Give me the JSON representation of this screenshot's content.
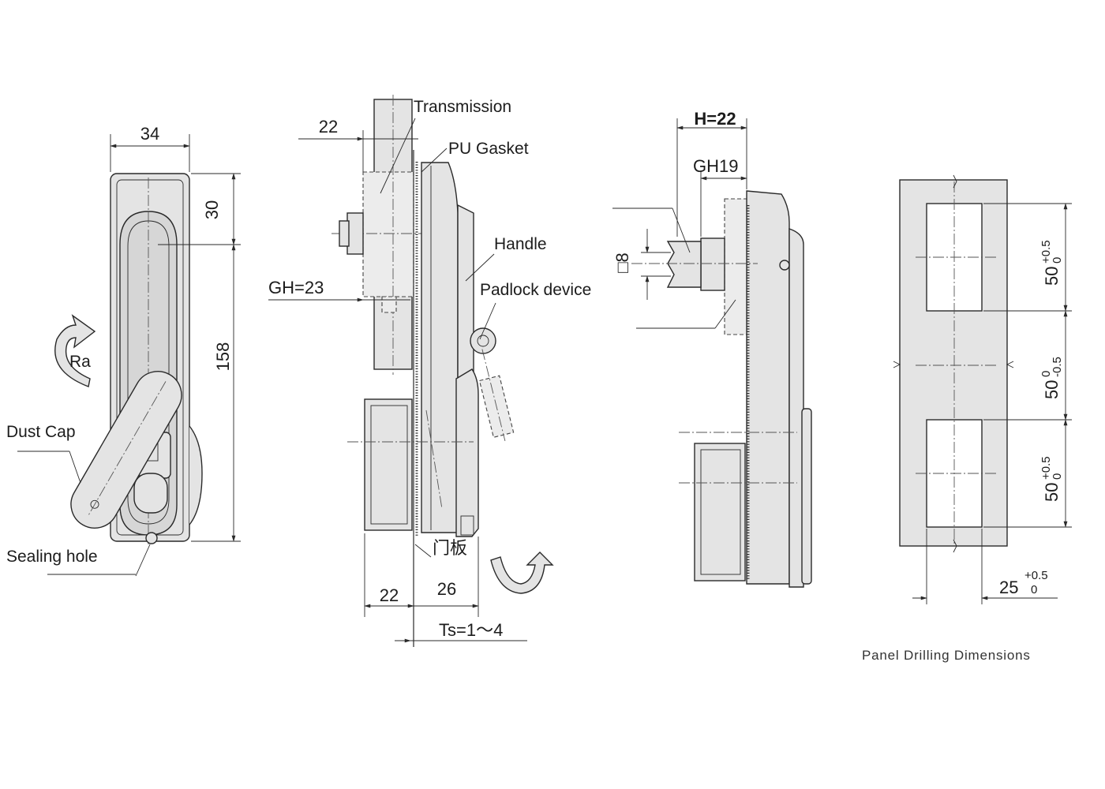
{
  "labels": {
    "transmission": "Transmission",
    "pu_gasket": "PU Gasket",
    "handle": "Handle",
    "padlock_device": "Padlock device",
    "dust_cap": "Dust Cap",
    "sealing_hole": "Sealing hole",
    "door_panel": "门板",
    "rotation": "Ra"
  },
  "dimensions": {
    "front_width": "34",
    "front_top": "30",
    "front_height": "158",
    "side_shaft": "22",
    "side_gh": "GH=23",
    "side_body": "22",
    "side_handle": "26",
    "side_ts": "Ts=1～4",
    "rear_h": "H=22",
    "rear_gh": "GH19",
    "rear_square": "□8",
    "cut_w": "25",
    "cut_w_tol_upper": "+0.5",
    "cut_w_tol_lower": "0",
    "cut_top": "50",
    "cut_top_tol_upper": "+0.5",
    "cut_top_tol_lower": "0",
    "cut_mid": "50",
    "cut_mid_tol_upper": "0",
    "cut_mid_tol_lower": "-0.5",
    "cut_bot": "50",
    "cut_bot_tol_upper": "+0.5",
    "cut_bot_tol_lower": "0"
  },
  "caption": "Panel Drilling Dimensions"
}
